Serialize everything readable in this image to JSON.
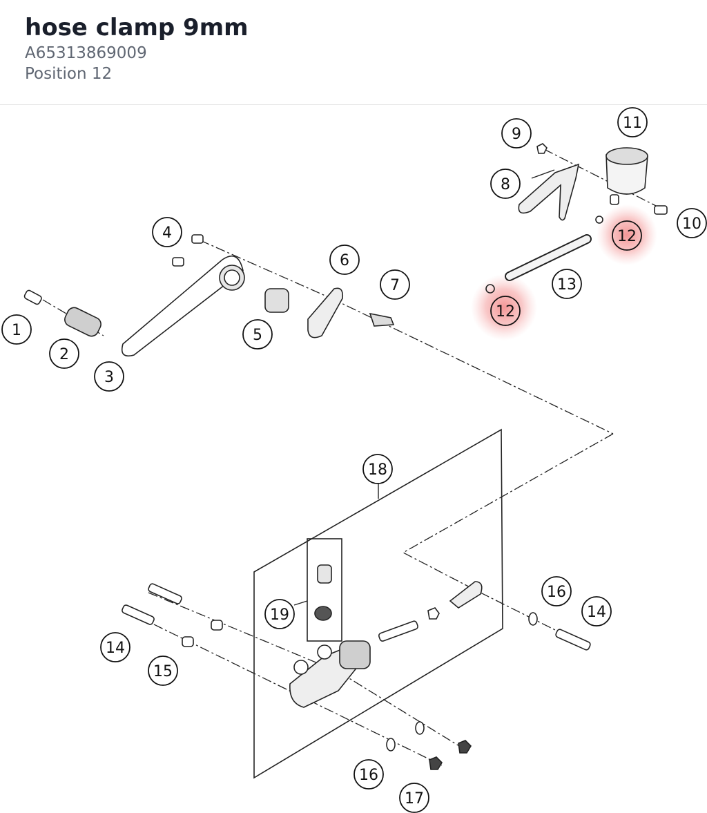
{
  "header": {
    "title": "hose clamp 9mm",
    "part_number": "A65313869009",
    "position": "Position 12"
  },
  "diagram": {
    "highlight_color": "#f4a6a6",
    "callouts": [
      "1",
      "2",
      "3",
      "4",
      "5",
      "6",
      "7",
      "8",
      "9",
      "10",
      "11",
      "12",
      "12",
      "13",
      "14",
      "14",
      "15",
      "16",
      "16",
      "17",
      "18",
      "19"
    ],
    "highlighted_label": "12"
  }
}
